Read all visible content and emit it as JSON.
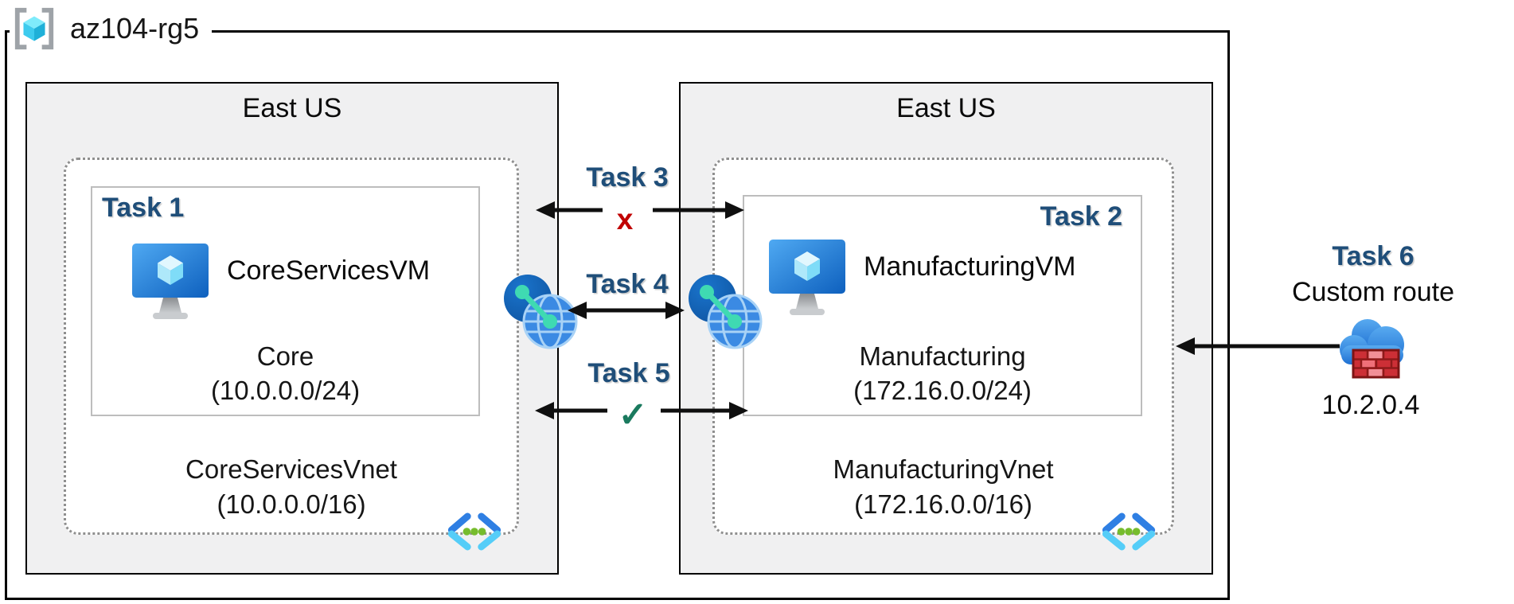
{
  "resource_group": {
    "name": "az104-rg5"
  },
  "regions": [
    {
      "title": "East US",
      "task_label": "Task 1",
      "vm_name": "CoreServicesVM",
      "subnet_name": "Core",
      "subnet_cidr": "(10.0.0.0/24)",
      "vnet_name": "CoreServicesVnet",
      "vnet_cidr": "(10.0.0.0/16)"
    },
    {
      "title": "East US",
      "task_label": "Task 2",
      "vm_name": "ManufacturingVM",
      "subnet_name": "Manufacturing",
      "subnet_cidr": "(172.16.0.0/24)",
      "vnet_name": "ManufacturingVnet",
      "vnet_cidr": "(172.16.0.0/16)"
    }
  ],
  "connections": {
    "task3": {
      "label": "Task 3",
      "marker": "x"
    },
    "task4": {
      "label": "Task 4"
    },
    "task5": {
      "label": "Task 5",
      "marker": "✓"
    }
  },
  "custom_route": {
    "label": "Task 6",
    "title": "Custom route",
    "ip": "10.2.0.4"
  },
  "icons": {
    "resource_group": "resource-group-icon",
    "virtual_machine": "virtual-machine-icon",
    "vnet_peering": "vnet-peering-icon",
    "virtual_network": "virtual-network-icon",
    "custom_route_appliance": "cloud-firewall-icon"
  },
  "colors": {
    "task_label": "#1F4E79",
    "blocked_marker": "#C00000",
    "allowed_marker": "#1A7A5E",
    "region_fill": "#F0F0F1"
  }
}
